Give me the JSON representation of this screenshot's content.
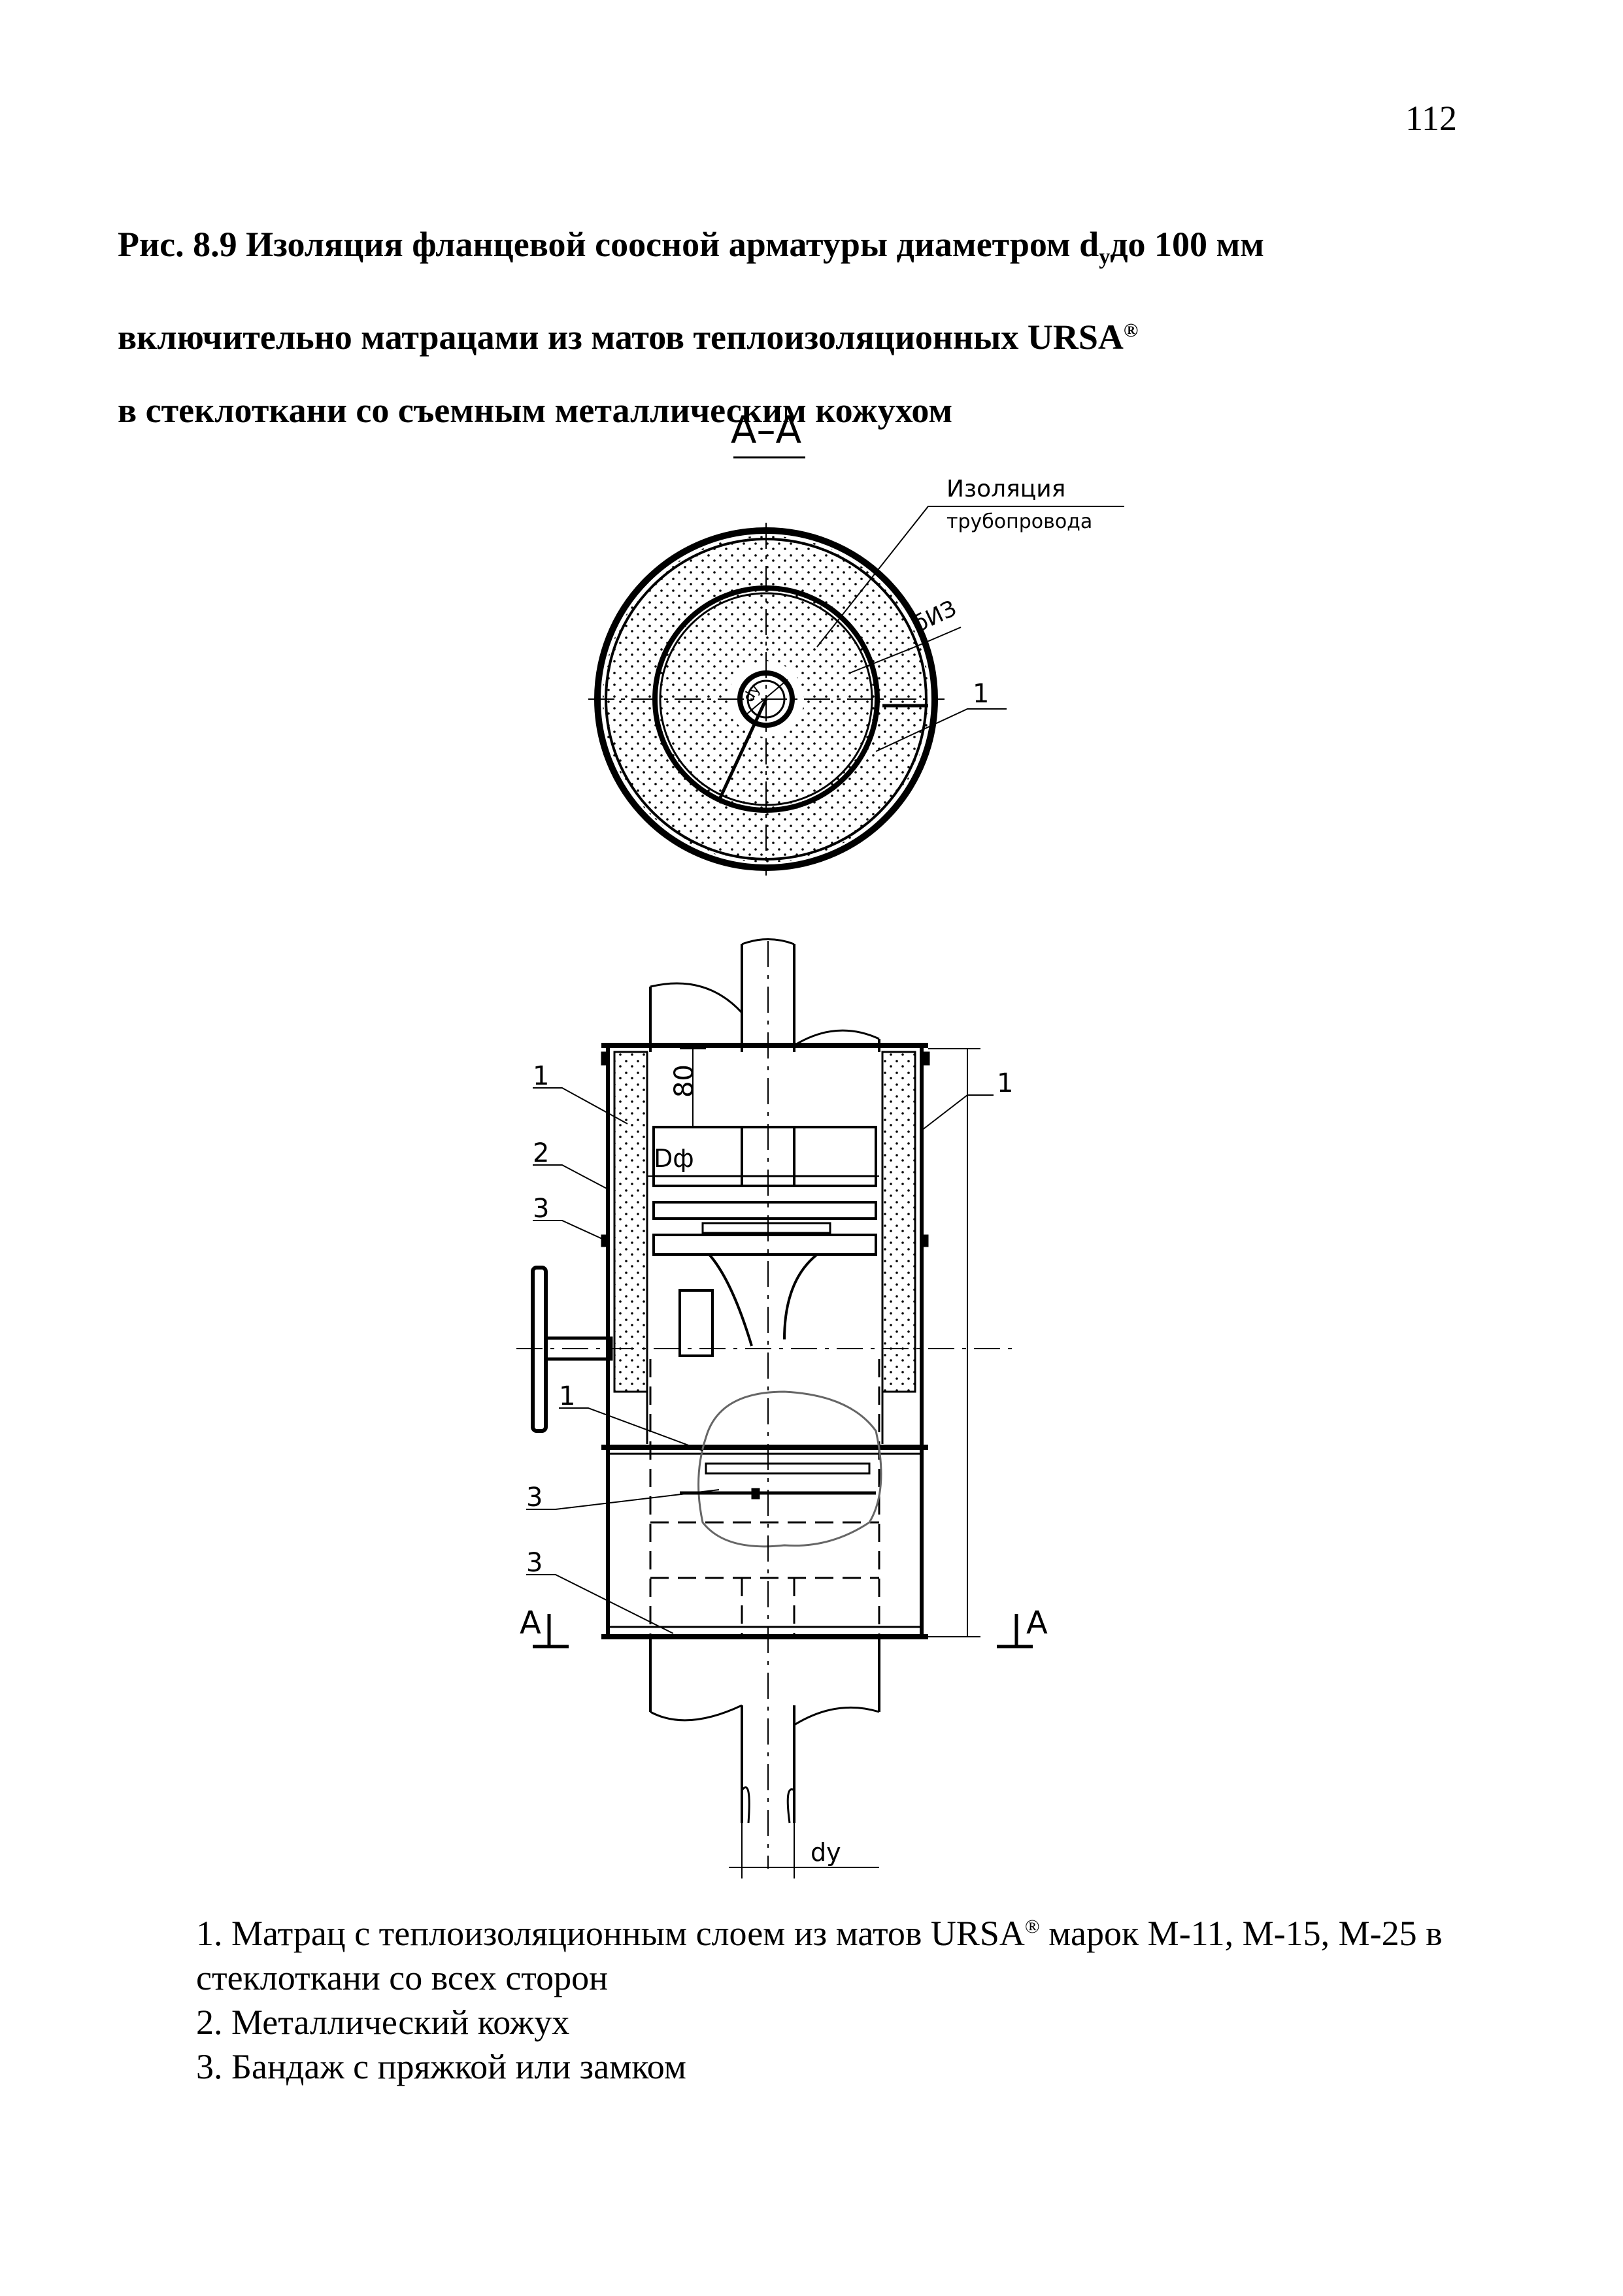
{
  "page_number": "112",
  "caption": {
    "line1_prefix": "Рис. 8.9 Изоляция фланцевой соосной арматуры диаметром d",
    "line1_sub": "у",
    "line1_suffix": "до 100 мм",
    "line2_prefix": "включительно матрацами из матов теплоизоляционных URSA",
    "line2_sup": "®",
    "line3": "в стеклоткани со съемным металлическим кожухом"
  },
  "section_view": {
    "title": "А–А",
    "label_insulation_line1": "Изоляция",
    "label_insulation_line2": "трубопровода",
    "label_thickness": "бИЗ",
    "label_pipe_diameter": "dy",
    "callout": "1"
  },
  "elevation_view": {
    "dim_80": "80",
    "label_flange": "Dф",
    "label_dy": "dy",
    "section_mark_left": "А",
    "section_mark_right": "А",
    "callouts": [
      "1",
      "2",
      "3",
      "1",
      "3",
      "3",
      "1"
    ]
  },
  "legend": {
    "item1_prefix": "1. Матрац с теплоизоляционным слоем из матов URSA",
    "item1_sup": "®",
    "item1_suffix": "  марок М-11, М-15, М-25 в стеклоткани со всех сторон",
    "item2": "2. Металлический кожух",
    "item3": "3. Бандаж с пряжкой или замком"
  }
}
